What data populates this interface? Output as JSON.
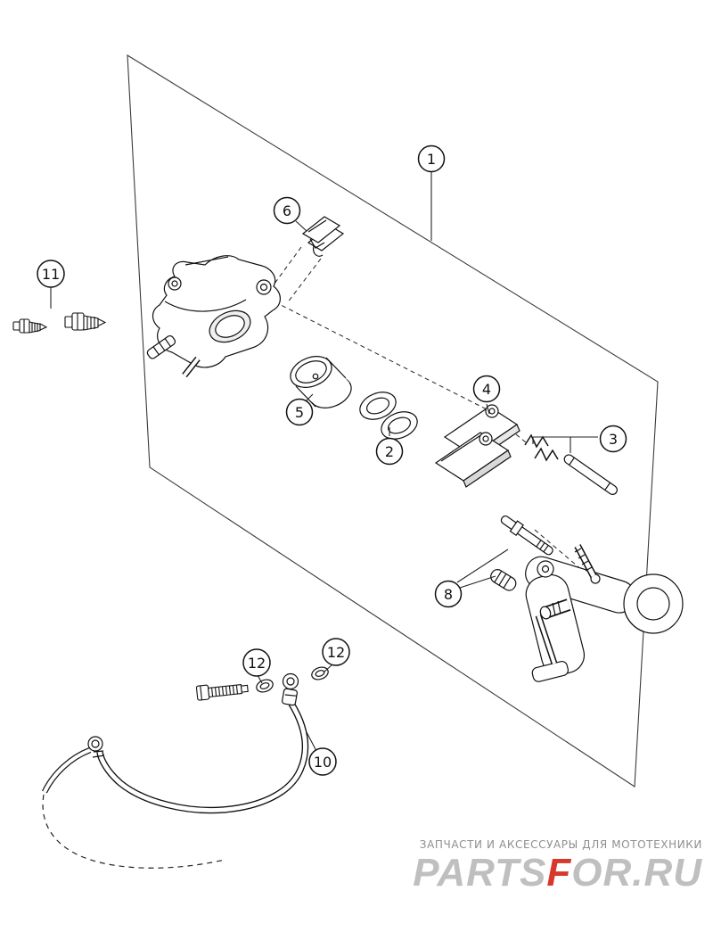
{
  "diagram": {
    "callouts": {
      "c1": "1",
      "c2": "2",
      "c3": "3",
      "c4": "4",
      "c5": "5",
      "c6": "6",
      "c8": "8",
      "c10": "10",
      "c11": "11",
      "c12a": "12",
      "c12b": "12"
    }
  },
  "footer": {
    "tagline": "ЗАПЧАСТИ И АКСЕССУАРЫ ДЛЯ МОТОТЕХНИКИ",
    "logo": {
      "parts": "PARTS",
      "f": "F",
      "or_ru": "OR.RU"
    }
  }
}
